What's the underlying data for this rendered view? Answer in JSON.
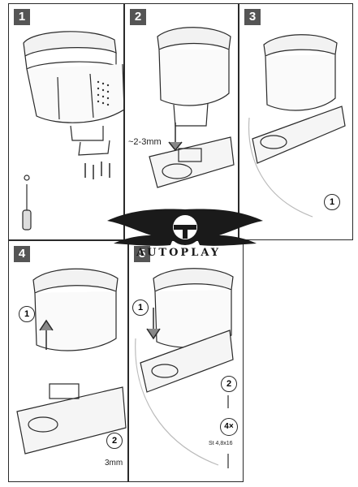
{
  "steps": [
    {
      "number": "1"
    },
    {
      "number": "2",
      "gap_label": "~2-3mm"
    },
    {
      "number": "3",
      "callout": "1"
    },
    {
      "number": "4",
      "callouts": [
        "1",
        "2"
      ],
      "torque_label": "3mm"
    },
    {
      "number": "5",
      "callouts": [
        "1",
        "2"
      ],
      "screw_count": "4×",
      "screw_spec": "St 4,8x16"
    }
  ],
  "logo": {
    "text": "AUTOPLAY"
  },
  "colors": {
    "step_badge": "#555555",
    "line": "#2a2a2a",
    "logo": "#1a1a1a"
  }
}
